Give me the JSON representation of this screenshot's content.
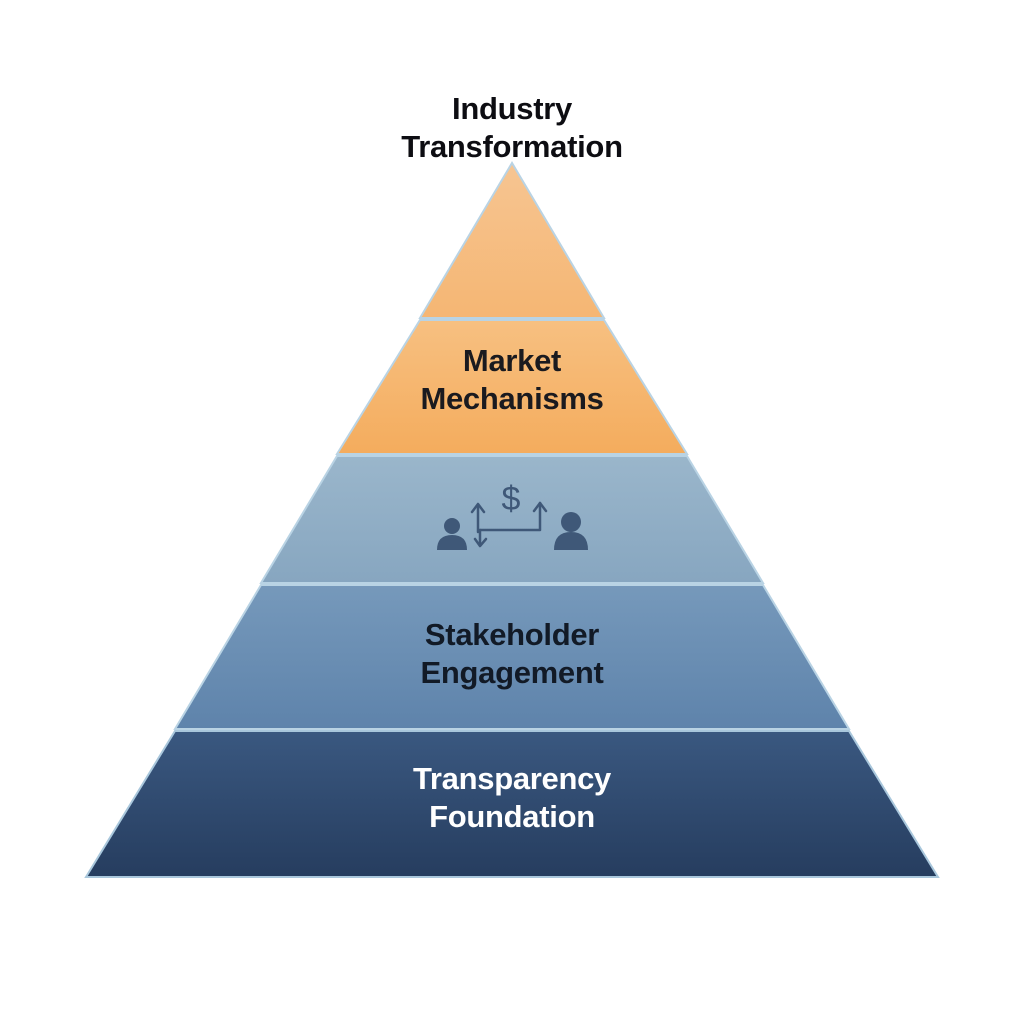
{
  "apex": {
    "line1": "Industry",
    "line2": "Transformation"
  },
  "tiers": [
    {
      "id": "apex",
      "color": "#f7b56e"
    },
    {
      "id": "market-mechanisms",
      "line1": "Market",
      "line2": "Mechanisms",
      "color": "#f6b26b"
    },
    {
      "id": "value-exchange",
      "icon": "value-exchange-icon",
      "color": "#8eabc2"
    },
    {
      "id": "stakeholder-engagement",
      "line1": "Stakeholder",
      "line2": "Engagement",
      "color": "#6a8db1"
    },
    {
      "id": "transparency-foundation",
      "line1": "Transparency",
      "line2": "Foundation",
      "color": "#2f4a6f"
    }
  ],
  "colors": {
    "icon": "#3f5878",
    "tier_border": "#a9c7dc",
    "text_dark": "#121a26",
    "text_light": "#ffffff"
  }
}
